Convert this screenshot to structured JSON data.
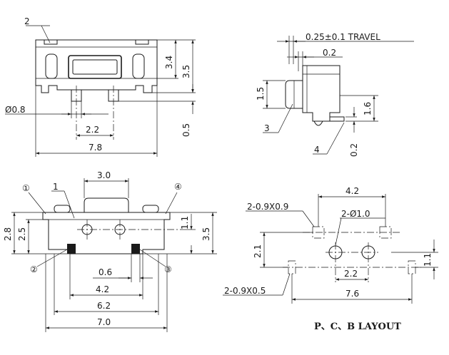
{
  "top_view": {
    "callout_2": "2",
    "dim_3_4": "3.4",
    "dim_3_5": "3.5",
    "dim_phi_0_8": "Ø0.8",
    "dim_2_2": "2.2",
    "dim_0_5": "0.5",
    "dim_7_8": "7.8"
  },
  "side_view": {
    "travel": "0.25±0.1 TRAVEL",
    "dim_0_2_top": "0.2",
    "dim_1_5": "1.5",
    "dim_1_6": "1.6",
    "dim_0_2_bottom": "0.2",
    "callout_3": "3",
    "callout_4": "4"
  },
  "front_view": {
    "circle_1": "①",
    "callout_1": "1",
    "circle_4": "④",
    "circle_2": "②",
    "circle_3": "③",
    "dim_3_0": "3.0",
    "dim_2_8": "2.8",
    "dim_2_5": "2.5",
    "dim_1_1": "1.1",
    "dim_3_5": "3.5",
    "dim_0_6": "0.6",
    "dim_4_2": "4.2",
    "dim_6_2": "6.2",
    "dim_7_0": "7.0"
  },
  "pcb_layout": {
    "pad_label": "2-0.9X0.9",
    "hole_label": "2-Ø1.0",
    "small_pad_label": "2-0.9X0.5",
    "dim_4_2": "4.2",
    "dim_2_1": "2.1",
    "dim_1_1": "1.1",
    "dim_2_2": "2.2",
    "dim_7_6": "7.6",
    "title": "P、C、B  LAYOUT"
  }
}
